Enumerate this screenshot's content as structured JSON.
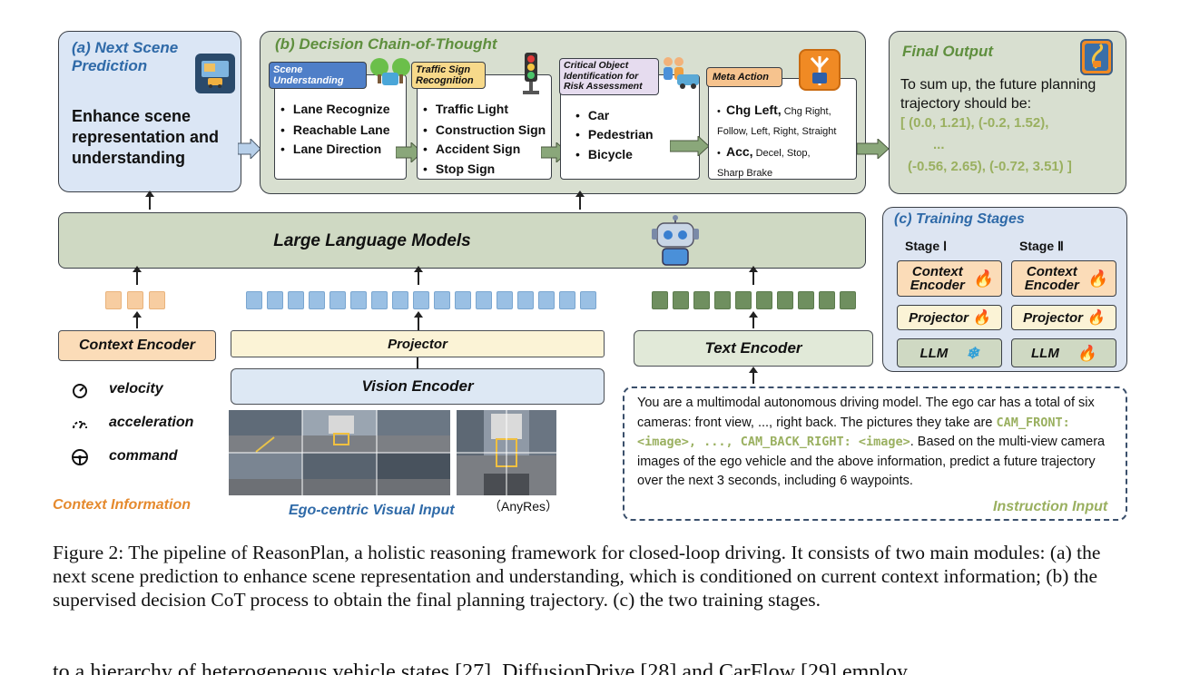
{
  "next_scene": {
    "title": "(a) Next Scene Prediction",
    "body": "Enhance scene representation and understanding"
  },
  "cot": {
    "title": "(b) Decision Chain-of-Thought",
    "scene": {
      "header": "Scene Understanding",
      "items": [
        "Lane Recognize",
        "Reachable Lane",
        "Lane Direction"
      ]
    },
    "traffic": {
      "header": "Traffic Sign Recognition",
      "items": [
        "Traffic Light",
        "Construction Sign",
        "Accident Sign",
        "Stop Sign"
      ]
    },
    "critical": {
      "header": "Critical Object Identification for Risk Assessment",
      "items": [
        "Car",
        "Pedestrian",
        "Bicycle"
      ]
    },
    "meta": {
      "header": "Meta Action",
      "line1_bold": "Chg Left,",
      "line1_rest": "Chg Right,",
      "line2": "Follow, Left, Right, Straight",
      "line3_bold": "Acc,",
      "line3_rest": "Decel, Stop,",
      "line4": "Sharp Brake"
    }
  },
  "final_output": {
    "title": "Final Output",
    "text": "To sum up, the future planning trajectory should be:",
    "traj1": "[ (0.0, 1.21), (-0.2, 1.52),",
    "traj2": "...",
    "traj3": "(-0.56, 2.65), (-0.72, 3.51) ]"
  },
  "llm": {
    "label": "Large Language Models"
  },
  "training": {
    "title": "(c) Training Stages",
    "stage1": "Stage Ⅰ",
    "stage2": "Stage Ⅱ",
    "context_encoder": "Context Encoder",
    "projector": "Projector",
    "llm": "LLM"
  },
  "encoders": {
    "context": "Context Encoder",
    "projector": "Projector",
    "vision": "Vision Encoder",
    "text": "Text Encoder"
  },
  "context_info": {
    "items": [
      "velocity",
      "acceleration",
      "command"
    ],
    "label": "Context Information"
  },
  "visual": {
    "label": "Ego-centric Visual Input",
    "anyres": "（AnyRes）"
  },
  "instruction": {
    "p1": "You are a multimodal autonomous driving model. The ego car has a total of six cameras: front view, ..., right back. The pictures they take are ",
    "code": "CAM_FRONT: <image>, ..., CAM_BACK_RIGHT: <image>",
    "p2": ". Based on the multi-view camera images of the ego vehicle and the above information, predict a future trajectory over the next 3 seconds, including 6 waypoints.",
    "label": "Instruction Input"
  },
  "caption": {
    "label": "Figure 2:",
    "text": " The pipeline of ReasonPlan, a holistic reasoning framework for closed-loop driving. It consists of two main modules: (a) the next scene prediction to enhance scene representation and understanding, which is conditioned on current context information; (b) the supervised decision CoT process to obtain the final planning trajectory. (c) the two training stages."
  },
  "body_fragment": "to a hierarchy of heterogeneous vehicle states [27]. DiffusionDrive [28] and CarFlow [29] employ"
}
